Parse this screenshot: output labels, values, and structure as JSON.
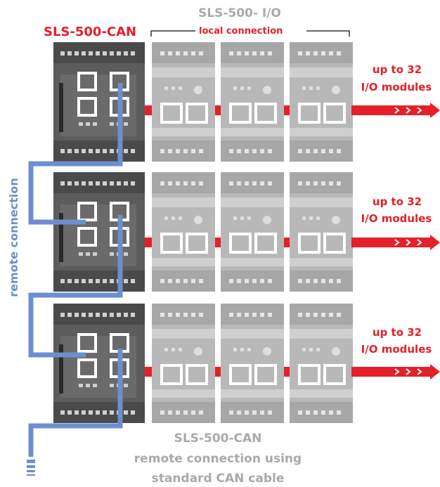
{
  "header": {
    "io_title": "SLS-500- I/O",
    "local_connection": "local connection",
    "can_title": "SLS-500-CAN"
  },
  "side_label": "remote connection",
  "rows": [
    {
      "caption_line1": "up to 32",
      "caption_line2": "I/O modules"
    },
    {
      "caption_line1": "up to 32",
      "caption_line2": "I/O modules"
    },
    {
      "caption_line1": "up to 32",
      "caption_line2": "I/O modules"
    }
  ],
  "footer": {
    "line1": "SLS-500-CAN",
    "line2": "remote connection using",
    "line3": "standard CAN cable"
  },
  "colors": {
    "accent_red": "#e5202a",
    "cable_blue": "#6b8fd0",
    "can_module_dark": "#5a5a5a",
    "io_module_grey": "#b8b8b8",
    "label_grey": "#a9a9a9"
  }
}
